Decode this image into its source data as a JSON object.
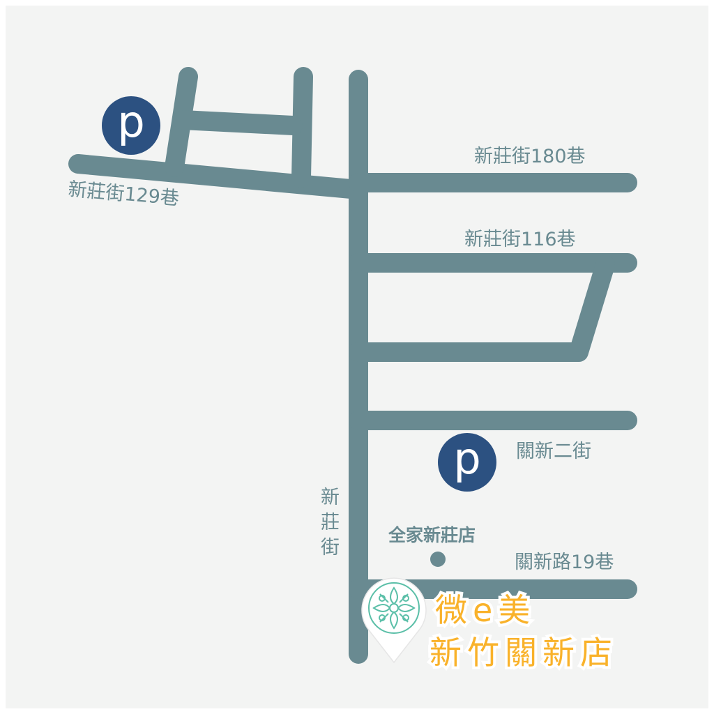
{
  "streets": {
    "lane_129": "新莊街129巷",
    "lane_180": "新莊街180巷",
    "lane_116": "新莊街116巷",
    "guanxin_2nd": "關新二街",
    "guanxin_lane19": "關新路19巷",
    "xinzhuang_street": [
      "新",
      "莊",
      "街"
    ]
  },
  "landmarks": {
    "familymart": "全家新莊店"
  },
  "parking": {
    "symbol": "p"
  },
  "store": {
    "name_line1": "微e美",
    "name_line2": "新竹關新店"
  },
  "colors": {
    "road": "#698a91",
    "parking": "#2c5181",
    "brand": "#f9b22a",
    "logo": "#5bbfa8"
  }
}
